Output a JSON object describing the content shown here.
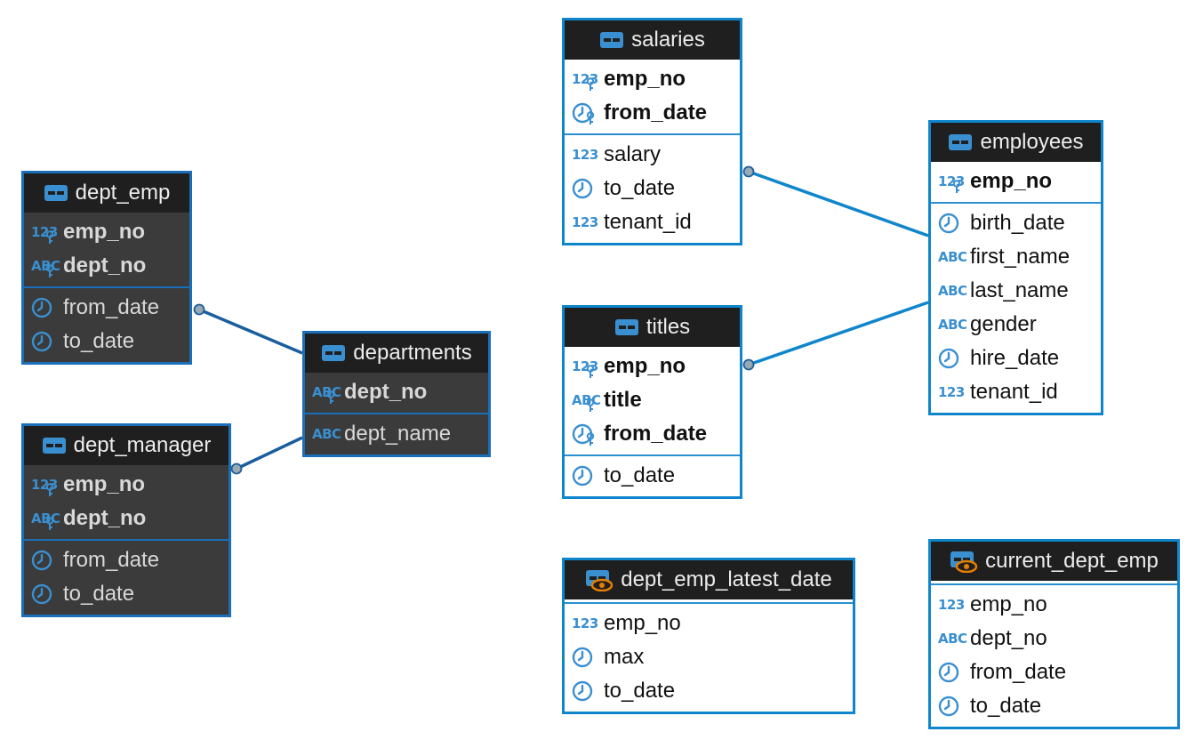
{
  "colors": {
    "accent": "#0f86cc",
    "header_bg": "#1f1f1f",
    "dark_body": "#3b3b3b",
    "view_eye": "#e67e00"
  },
  "tables": [
    {
      "id": "dept_emp",
      "name": "dept_emp",
      "kind": "table",
      "theme": "dark",
      "keys": [
        {
          "name": "emp_no",
          "type": "numeric"
        },
        {
          "name": "dept_no",
          "type": "string"
        }
      ],
      "columns": [
        {
          "name": "from_date",
          "type": "date"
        },
        {
          "name": "to_date",
          "type": "date"
        }
      ]
    },
    {
      "id": "dept_manager",
      "name": "dept_manager",
      "kind": "table",
      "theme": "dark",
      "keys": [
        {
          "name": "emp_no",
          "type": "numeric"
        },
        {
          "name": "dept_no",
          "type": "string"
        }
      ],
      "columns": [
        {
          "name": "from_date",
          "type": "date"
        },
        {
          "name": "to_date",
          "type": "date"
        }
      ]
    },
    {
      "id": "departments",
      "name": "departments",
      "kind": "table",
      "theme": "dark",
      "keys": [
        {
          "name": "dept_no",
          "type": "string"
        }
      ],
      "columns": [
        {
          "name": "dept_name",
          "type": "string"
        }
      ]
    },
    {
      "id": "salaries",
      "name": "salaries",
      "kind": "table",
      "theme": "light",
      "keys": [
        {
          "name": "emp_no",
          "type": "numeric"
        },
        {
          "name": "from_date",
          "type": "date"
        }
      ],
      "columns": [
        {
          "name": "salary",
          "type": "numeric"
        },
        {
          "name": "to_date",
          "type": "date"
        },
        {
          "name": "tenant_id",
          "type": "numeric"
        }
      ]
    },
    {
      "id": "titles",
      "name": "titles",
      "kind": "table",
      "theme": "light",
      "keys": [
        {
          "name": "emp_no",
          "type": "numeric"
        },
        {
          "name": "title",
          "type": "string"
        },
        {
          "name": "from_date",
          "type": "date"
        }
      ],
      "columns": [
        {
          "name": "to_date",
          "type": "date"
        }
      ]
    },
    {
      "id": "employees",
      "name": "employees",
      "kind": "table",
      "theme": "light",
      "keys": [
        {
          "name": "emp_no",
          "type": "numeric"
        }
      ],
      "columns": [
        {
          "name": "birth_date",
          "type": "date"
        },
        {
          "name": "first_name",
          "type": "string"
        },
        {
          "name": "last_name",
          "type": "string"
        },
        {
          "name": "gender",
          "type": "string"
        },
        {
          "name": "hire_date",
          "type": "date"
        },
        {
          "name": "tenant_id",
          "type": "numeric"
        }
      ]
    },
    {
      "id": "dept_emp_latest_date",
      "name": "dept_emp_latest_date",
      "kind": "view",
      "theme": "light",
      "keys": [],
      "columns": [
        {
          "name": "emp_no",
          "type": "numeric"
        },
        {
          "name": "max",
          "type": "date"
        },
        {
          "name": "to_date",
          "type": "date"
        }
      ]
    },
    {
      "id": "current_dept_emp",
      "name": "current_dept_emp",
      "kind": "view",
      "theme": "light",
      "keys": [],
      "columns": [
        {
          "name": "emp_no",
          "type": "numeric"
        },
        {
          "name": "dept_no",
          "type": "string"
        },
        {
          "name": "from_date",
          "type": "date"
        },
        {
          "name": "to_date",
          "type": "date"
        }
      ]
    }
  ],
  "relationships": [
    {
      "from": "dept_emp",
      "to": "departments"
    },
    {
      "from": "dept_manager",
      "to": "departments"
    },
    {
      "from": "salaries",
      "to": "employees"
    },
    {
      "from": "titles",
      "to": "employees"
    }
  ]
}
